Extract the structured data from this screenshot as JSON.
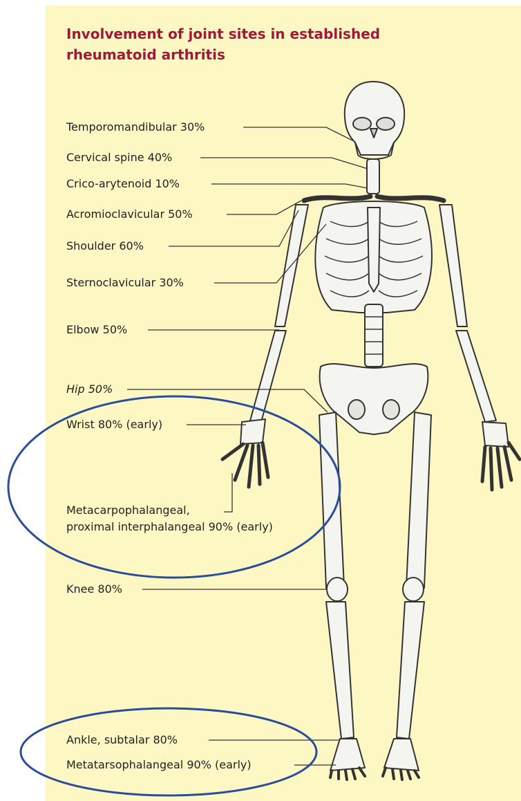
{
  "title": "Involvement of joint sites in established rheumatoid arthritis",
  "colors": {
    "background": "#fdf7c3",
    "title": "#a0193a",
    "highlight_ring": "#2a4d9b",
    "bone_fill": "#f4f4f0",
    "bone_outline": "#333333"
  },
  "labels": {
    "temporomandibular": "Temporomandibular 30%",
    "cervical_spine": "Cervical spine 40%",
    "crico_arytenoid": "Crico-arytenoid 10%",
    "acromioclavicular": "Acromioclavicular 50%",
    "shoulder": "Shoulder 60%",
    "sternoclavicular": "Sternoclavicular 30%",
    "elbow": "Elbow 50%",
    "hip": "Hip 50%",
    "wrist": "Wrist 80% (early)",
    "mcp_line1": "Metacarpophalangeal,",
    "mcp_line2": "proximal interphalangeal 90% (early)",
    "knee": "Knee 80%",
    "ankle": "Ankle, subtalar 80%",
    "mtp": "Metatarsophalangeal 90% (early)"
  }
}
